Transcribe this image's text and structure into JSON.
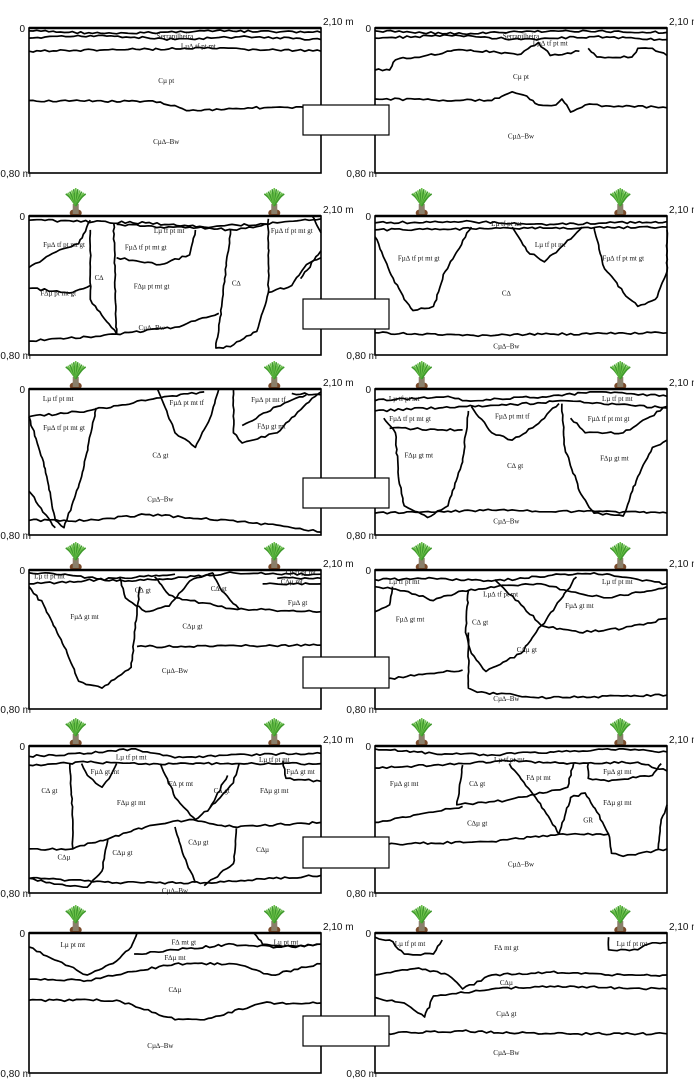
{
  "axis": {
    "top_left": "0",
    "top_right": "2,10 m",
    "bottom_left": "0,80 m"
  },
  "panels": [
    {
      "labels": [
        "Serrapilheira",
        "Lµ∆ tf pt mt",
        "Cµ pt",
        "Cµ∆–Bw"
      ]
    },
    {
      "labels": [
        "Serrapilheira",
        "Lµ∆ tf pt mt",
        "Cµ pt",
        "Cµ∆–Bw"
      ]
    },
    {
      "labels": [
        "Lµ tf pt mt",
        "Fµ∆ tf pt mt gt",
        "Fµ∆ tf pt mt gt",
        "Fµ∆ tf pt mt gt",
        "C∆",
        "F∆µ pt mt gt",
        "F∆µ pt mt gt",
        "C∆",
        "Cµ∆–Bw"
      ]
    },
    {
      "labels": [
        "Lµ tf pt mt",
        "Lµ tf pt mt",
        "Fµ∆ tf pt mt gt",
        "Fµ∆ tf pt mt gt",
        "C∆",
        "Cµ∆–Bw"
      ]
    },
    {
      "labels": [
        "Lµ tf pt mt",
        "Fµ∆ tf pt mt gt",
        "Fµ∆ pt mt tf",
        "Fµ∆ pt mt tf",
        "F∆µ gt mt",
        "C∆ gt",
        "Cµ∆–Bw"
      ]
    },
    {
      "labels": [
        "Lµ tf pt mt",
        "Lµ tf pt mt",
        "Fµ∆ tf pt mt gt",
        "Fµ∆ tf pt mt gt",
        "Fµ∆ pt mt tf",
        "F∆µ gt mt",
        "F∆µ gt mt",
        "C∆ gt",
        "Cµ∆–Bw"
      ]
    },
    {
      "labels": [
        "Lµ tf pt mt",
        "Lµ tf pt mt",
        "C∆µ mt",
        "C∆ gt",
        "C∆ gt",
        "Fµ∆ gt",
        "Fµ∆ gt mt",
        "C∆µ gt",
        "Cµ∆–Bw"
      ]
    },
    {
      "labels": [
        "Lµ tf pt mt",
        "Lµ tf pt mt",
        "Lµ∆ tf pt mt",
        "Fµ∆ gt mt",
        "Fµ∆ gt mt",
        "C∆ gt",
        "C∆µ gt",
        "Cµ∆–Bw"
      ]
    },
    {
      "labels": [
        "Lµ tf pt mt",
        "Lµ tf pt mt",
        "Fµ∆ gt mt",
        "Fµ∆ gt mt",
        "F∆ pt mt",
        "C∆ gt",
        "C∆ gt",
        "F∆µ gt mt",
        "F∆µ gt mt",
        "C∆µ",
        "C∆µ gt",
        "C∆µ gt",
        "C∆µ",
        "Cµ∆–Bw"
      ]
    },
    {
      "labels": [
        "Lµ tf pt mt",
        "Fµ∆ gt mt",
        "Fµ∆ gt mt",
        "C∆ gt",
        "F∆ pt mt",
        "F∆µ gt mt",
        "GR",
        "C∆µ gt",
        "Cµ∆–Bw"
      ]
    },
    {
      "labels": [
        "Lµ pt mt",
        "F∆ mt gt",
        "Lµ pt mt",
        "F∆µ mt",
        "C∆µ",
        "Cµ∆–Bw"
      ]
    },
    {
      "labels": [
        "Lµ tf pt mt",
        "Lµ tf pt mt",
        "F∆ mt gt",
        "C∆µ",
        "Cµ∆ gt",
        "Cµ∆–Bw"
      ]
    }
  ]
}
